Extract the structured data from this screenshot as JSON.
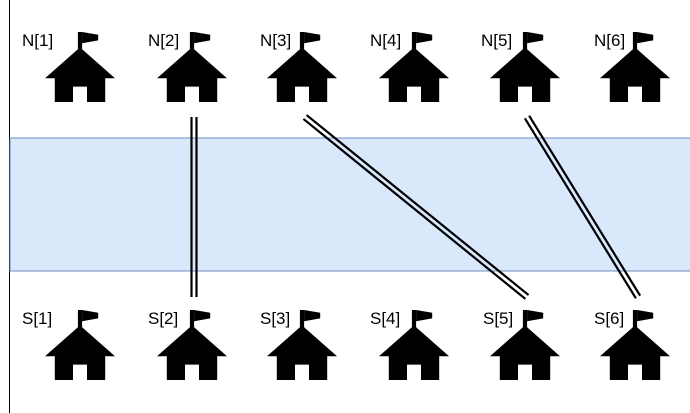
{
  "colors": {
    "river_fill": "#dae8fc",
    "river_border": "#6c8ebf",
    "frame": "#000000",
    "house": "#000000",
    "bridge": "#000000",
    "background": "#ffffff"
  },
  "icons": {
    "house": "school-house-with-flag-icon"
  },
  "north_bank": {
    "cities": [
      {
        "label": "N[1]"
      },
      {
        "label": "N[2]"
      },
      {
        "label": "N[3]"
      },
      {
        "label": "N[4]"
      },
      {
        "label": "N[5]"
      },
      {
        "label": "N[6]"
      }
    ]
  },
  "south_bank": {
    "cities": [
      {
        "label": "S[1]"
      },
      {
        "label": "S[2]"
      },
      {
        "label": "S[3]"
      },
      {
        "label": "S[4]"
      },
      {
        "label": "S[5]"
      },
      {
        "label": "S[6]"
      }
    ]
  },
  "bridges": [
    {
      "north": 2,
      "south": 2
    },
    {
      "north": 3,
      "south": 5
    },
    {
      "north": 5,
      "south": 6
    }
  ]
}
